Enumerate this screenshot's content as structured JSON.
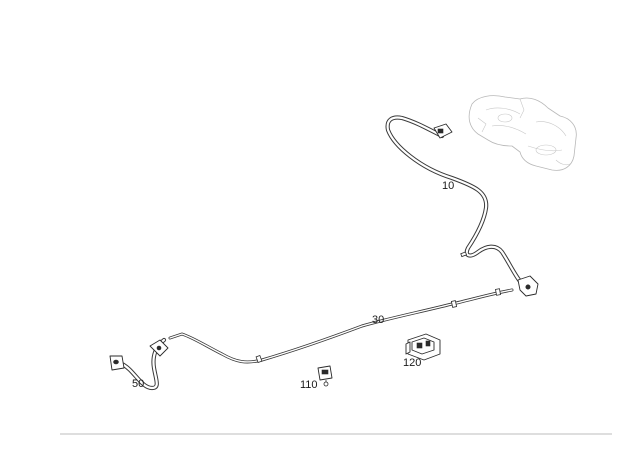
{
  "diagram": {
    "callouts": {
      "part_10": "10",
      "part_30": "30",
      "part_50": "50",
      "part_110": "110",
      "part_120": "120"
    }
  }
}
